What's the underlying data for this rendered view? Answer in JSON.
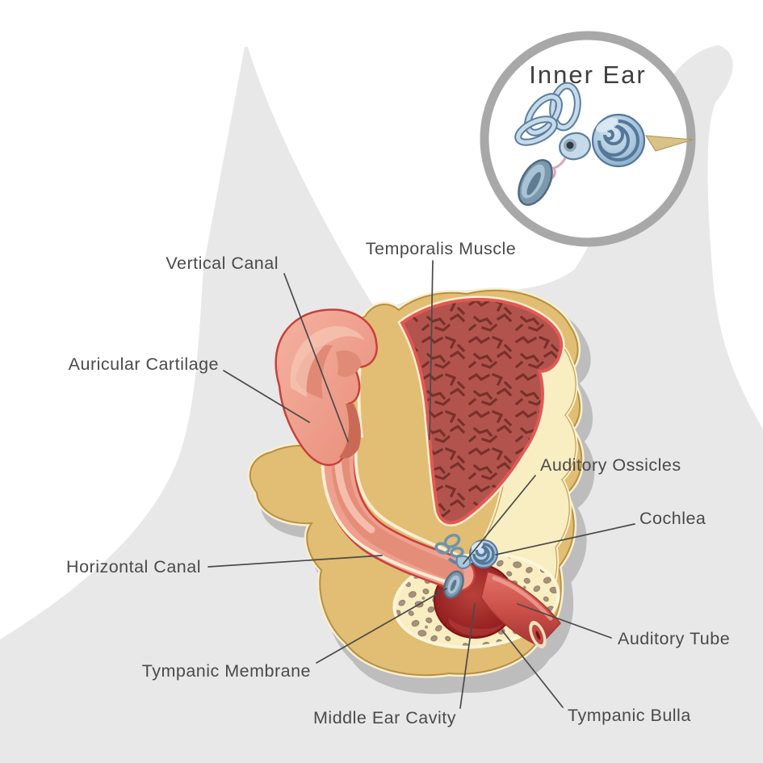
{
  "inset": {
    "title": "Inner Ear"
  },
  "labels": {
    "vertical_canal": "Vertical Canal",
    "auricular_cartilage": "Auricular Cartilage",
    "temporalis_muscle": "Temporalis Muscle",
    "auditory_ossicles": "Auditory Ossicles",
    "cochlea": "Cochlea",
    "horizontal_canal": "Horizontal Canal",
    "auditory_tube": "Auditory Tube",
    "tympanic_membrane": "Tympanic Membrane",
    "middle_ear_cavity": "Middle Ear Cavity",
    "tympanic_bulla": "Tympanic Bulla"
  },
  "colors": {
    "background": "#ffffff",
    "silhouette": "#e8e8e8",
    "shadow": "#bdbdbd",
    "bone": "#e2bd74",
    "bone_blob": "#f0d395",
    "bone_outline": "#b8903f",
    "cream_line": "#f8eed2",
    "spongy": "#f9eec1",
    "spongy_hole": "#a8917c",
    "muscle": "#b2544d",
    "muscle_border": "#e25954",
    "muscle_fiber": "#78302a",
    "canal": "#efa090",
    "canal_outline": "#c8403c",
    "cavity_dark": "#8c161b",
    "cavity_mid": "#b8423a",
    "tube": "#c94e47",
    "inner_ear_blue": "#a9c6dd",
    "inner_ear_blue_dark": "#54779a",
    "spike": "#d9c285",
    "inset_ring": "#a8a8a8",
    "leader_line": "#4a4a4a",
    "label_text": "#4a4a4a"
  }
}
